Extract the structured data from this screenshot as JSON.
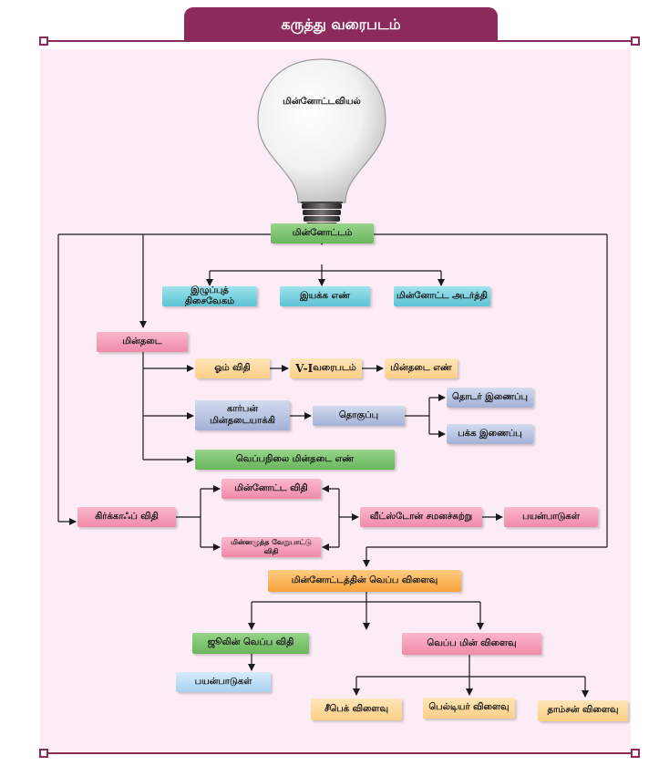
{
  "title": "கருத்து வரைபடம்",
  "colors": {
    "frame": "#8c2a5c",
    "panel": "#fcecf5"
  },
  "bulb_label": "மின்னோட்டவியல்",
  "nodes": {
    "current": "மின்னோட்டம்",
    "drift_velocity": "இழுப்புத் திசைவேகம்",
    "mobility": "இயக்க எண்",
    "current_density": "மின்னோட்ட அடர்த்தி",
    "resistance": "மின்தடை",
    "ohms_law": "ஓம் விதி",
    "vi_graph_prefix": "V-I",
    "vi_graph_suffix": " வரைபடம்",
    "resistivity": "மின்தடை எண்",
    "carbon_resistor": "கார்பன்\nமின்தடையாக்கி",
    "combination": "தொகுப்பு",
    "series": "தொடர் இணைப்பு",
    "parallel": "பக்க இணைப்பு",
    "temp_coeff": "வெப்பநிலை மின்தடை எண்",
    "kirchhoff": "கிர்க்காஃப் விதி",
    "current_law": "மின்னோட்ட விதி",
    "voltage_law": "மின்னழுத்த வேறுபாட்டு விதி",
    "wheatstone": "வீட்ஸ்டோன் சமனச்சுற்று",
    "applications_1": "பயன்பாடுகள்",
    "heating_effect": "மின்னோட்டத்தின் வெப்ப விளைவு",
    "joule_law": "ஜூலின் வெப்ப விதி",
    "applications_2": "பயன்பாடுகள்",
    "thermoelectric": "வெப்ப மின் விளைவு",
    "seebeck": "சீபெக் விளைவு",
    "peltier": "பெல்டியர் விளைவு",
    "thomson": "தாம்சன் விளைவு"
  }
}
